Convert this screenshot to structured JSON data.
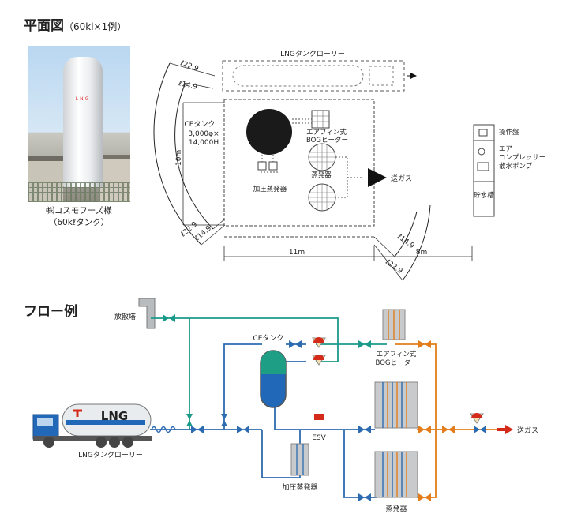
{
  "plan": {
    "title": "平面図",
    "subtitle": "（60kl×1例）",
    "photo_caption_1": "㈱コスモフーズ様",
    "photo_caption_2": "（60kℓタンク）",
    "photo_tank_text": "LNG",
    "lorry": "LNGタンクローリー",
    "ce_tank": "CEタンク",
    "ce_spec_1": "3,000φ×",
    "ce_spec_2": "14,000H",
    "bog_heater_1": "エアフィン式",
    "bog_heater_2": "BOGヒーター",
    "vaporizer": "蒸発器",
    "pressure_vaporizer": "加圧蒸発器",
    "send_gas": "送ガス",
    "control_panel": "操作盤",
    "air_compressor": "エアー",
    "air_compressor_2": "コンプレッサー",
    "water_pump": "散水ポンプ",
    "water_tank": "貯水槽",
    "dim_22_9": "ℓ22.9",
    "dim_14_9": "ℓ14.9",
    "dim_10m": "10m",
    "dim_11m": "11m",
    "dim_8m": "8m"
  },
  "flow": {
    "title": "フロー例",
    "stack": "放散塔",
    "ce_tank": "CEタンク",
    "bog_heater_1": "エアフィン式",
    "bog_heater_2": "BOGヒーター",
    "esv": "ESV",
    "pressure_vaporizer": "加圧蒸発器",
    "vaporizer": "蒸発器",
    "send_gas": "送ガス",
    "lorry": "LNGタンクローリー",
    "truck_text": "LNG"
  },
  "colors": {
    "teal": "#1b9a8a",
    "blue": "#2d6bb0",
    "orange": "#e37d1c",
    "red": "#d42a1a",
    "tank_teal": "#1f9e86",
    "tank_blue": "#2268b9"
  }
}
